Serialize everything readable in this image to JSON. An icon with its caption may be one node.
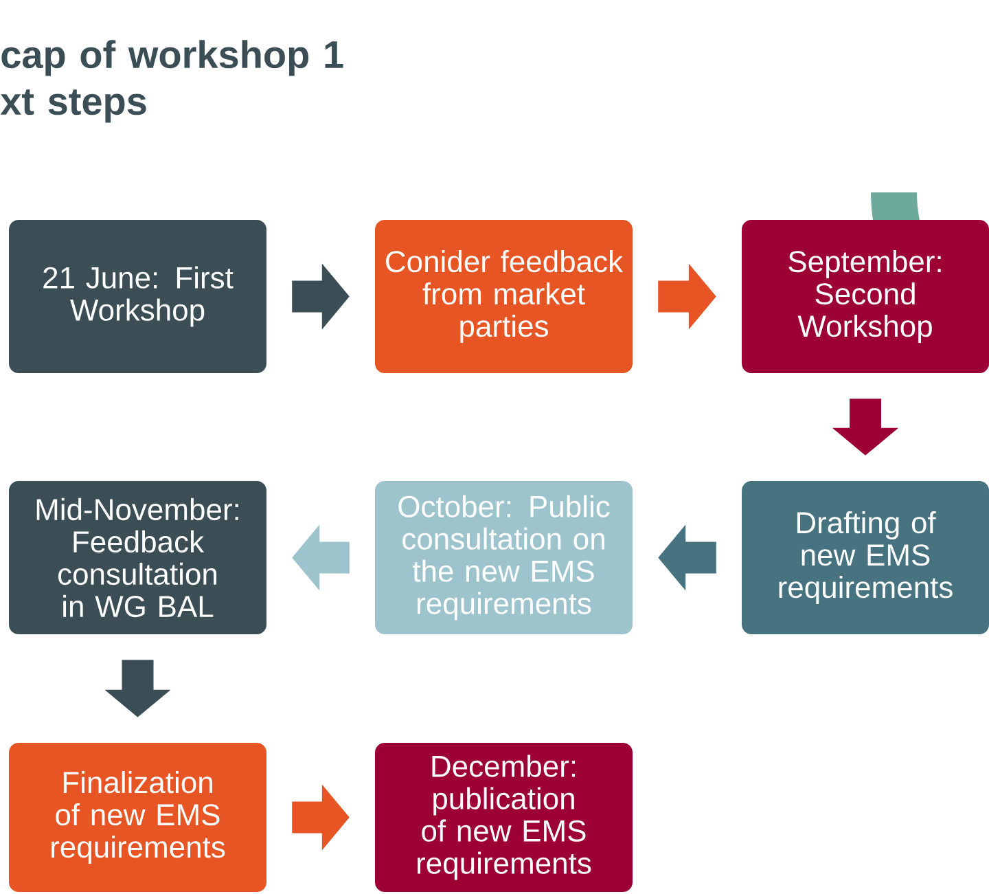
{
  "diagram": {
    "title": "cap of workshop 1 xt steps",
    "nodes": [
      {
        "text": [
          "21 June: First Workshop"
        ]
      },
      {
        "text": [
          "Conider feedback from market parties"
        ]
      },
      {
        "text": [
          "September: Second Workshop"
        ]
      },
      {
        "text": [
          "Mid-November: Feedback consultation in WG BAL"
        ]
      },
      {
        "text": [
          "October: Public consultation on the new EMS requirements"
        ]
      },
      {
        "text": [
          "Drafting of new EMS requirements"
        ]
      },
      {
        "text": [
          "Finalization of new EMS requirements"
        ]
      },
      {
        "text": [
          "December: publication of new EMS requirements"
        ]
      }
    ],
    "edges": [
      {
        "from": 0,
        "to": 1,
        "arrow": "to",
        "color": "#3b4d55"
      },
      {
        "from": 1,
        "to": 2,
        "arrow": "to",
        "color": "#e75525"
      },
      {
        "from": 2,
        "to": 5,
        "arrow": "to",
        "color": "#9c0034"
      },
      {
        "from": 5,
        "to": 4,
        "arrow": "to",
        "color": "#46737f"
      },
      {
        "from": 4,
        "to": 3,
        "arrow": "to",
        "color": "#9dc3cd"
      },
      {
        "from": 3,
        "to": 6,
        "arrow": "to",
        "color": "#3b4d55"
      },
      {
        "from": 6,
        "to": 7,
        "arrow": "to",
        "color": "#e75525"
      }
    ]
  }
}
